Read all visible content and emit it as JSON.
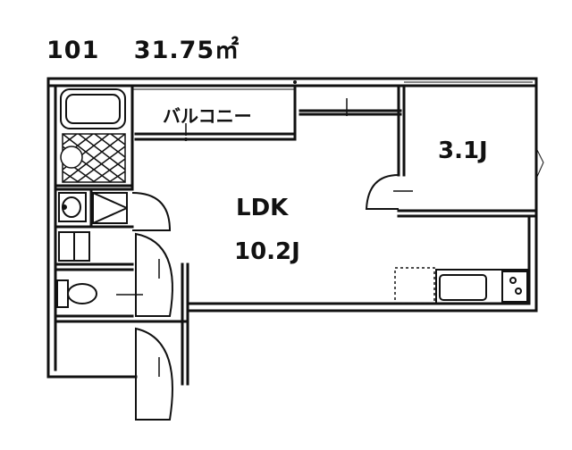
{
  "header": {
    "unit": "101",
    "area": "31.75㎡"
  },
  "rooms": {
    "balcony": "バルコニー",
    "ldk_name": "LDK",
    "ldk_size": "10.2J",
    "room2_size": "3.1J"
  },
  "colors": {
    "wall": "#111111",
    "background": "#ffffff"
  }
}
